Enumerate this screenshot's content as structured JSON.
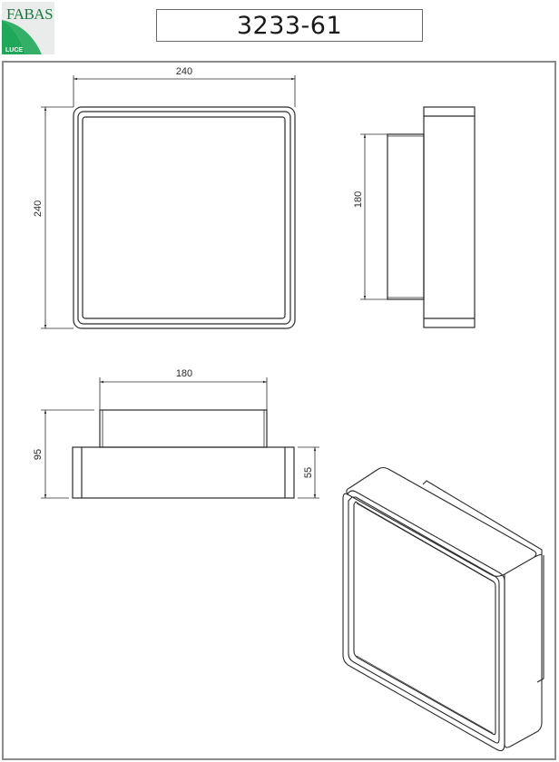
{
  "header": {
    "logo": {
      "brand": "FABAS",
      "sub": "LUCE",
      "accent_color": "#1fa85a",
      "icon": "fabas-luce-logo"
    },
    "product_code": "3233-61"
  },
  "drawing": {
    "units": "mm",
    "front_view": {
      "width_label": "240",
      "height_label": "240"
    },
    "side_view": {
      "height_label": "180"
    },
    "top_view": {
      "width_label": "180",
      "total_depth_label": "95",
      "body_depth_label": "55"
    },
    "isometric_view": {
      "label": ""
    }
  },
  "colors": {
    "line": "#2b2b2b",
    "frame": "#8a8a8a",
    "logo_green": "#1fa85a",
    "logo_bg": "#e9ecea"
  }
}
